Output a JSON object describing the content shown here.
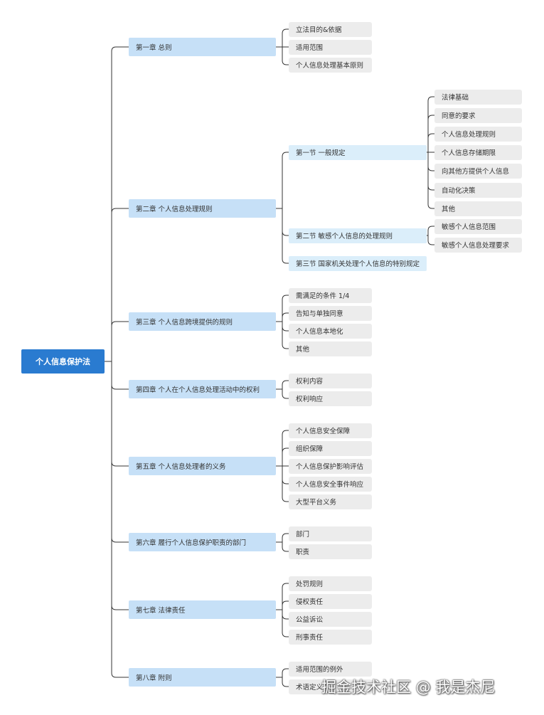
{
  "root": "个人信息保护法",
  "chapters": [
    {
      "label": "第一章 总则",
      "children": [
        {
          "label": "立法目的&依据"
        },
        {
          "label": "适用范围"
        },
        {
          "label": "个人信息处理基本原则"
        }
      ]
    },
    {
      "label": "第二章 个人信息处理规则",
      "children": [
        {
          "label": "第一节 一般规定",
          "children": [
            {
              "label": "法律基础"
            },
            {
              "label": "同意的要求"
            },
            {
              "label": "个人信息处理规则"
            },
            {
              "label": "个人信息存储期限"
            },
            {
              "label": "向其他方提供个人信息"
            },
            {
              "label": "自动化决策"
            },
            {
              "label": "其他"
            }
          ]
        },
        {
          "label": "第二节 敏感个人信息的处理规则",
          "children": [
            {
              "label": "敏感个人信息范围"
            },
            {
              "label": "敏感个人信息处理要求"
            }
          ]
        },
        {
          "label": "第三节 国家机关处理个人信息的特别规定"
        }
      ]
    },
    {
      "label": "第三章 个人信息跨境提供的规则",
      "children": [
        {
          "label": "需满足的条件 1/4"
        },
        {
          "label": "告知与单独同意"
        },
        {
          "label": "个人信息本地化"
        },
        {
          "label": "其他"
        }
      ]
    },
    {
      "label": "第四章 个人在个人信息处理活动中的权利",
      "children": [
        {
          "label": "权利内容"
        },
        {
          "label": "权利响应"
        }
      ]
    },
    {
      "label": "第五章 个人信息处理者的义务",
      "children": [
        {
          "label": "个人信息安全保障"
        },
        {
          "label": "组织保障"
        },
        {
          "label": "个人信息保护影响评估"
        },
        {
          "label": "个人信息安全事件响应"
        },
        {
          "label": "大型平台义务"
        }
      ]
    },
    {
      "label": "第六章 履行个人信息保护职责的部门",
      "children": [
        {
          "label": "部门"
        },
        {
          "label": "职责"
        }
      ]
    },
    {
      "label": "第七章 法律责任",
      "children": [
        {
          "label": "处罚规则"
        },
        {
          "label": "侵权责任"
        },
        {
          "label": "公益诉讼"
        },
        {
          "label": "刑事责任"
        }
      ]
    },
    {
      "label": "第八章 附则",
      "children": [
        {
          "label": "适用范围的例外"
        },
        {
          "label": "术语定义"
        }
      ]
    }
  ],
  "watermark": "掘金技术社区 @ 我是杰尼",
  "colors": {
    "root": "#2a7bd0",
    "chapter": "#c6e0f7",
    "section": "#dbeefa",
    "leaf": "#ececec",
    "line": "#333333"
  }
}
